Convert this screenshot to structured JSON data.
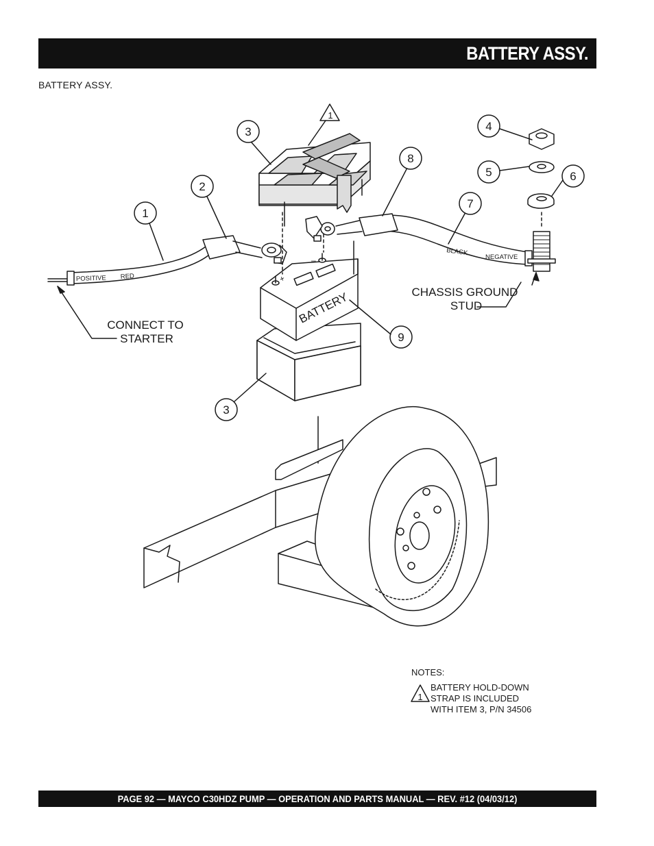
{
  "header": {
    "title": "BATTERY ASSY."
  },
  "section": {
    "subtitle": "BATTERY ASSY."
  },
  "callouts": {
    "c1": "1",
    "c2": "2",
    "c3a": "3",
    "c3b": "3",
    "c4": "4",
    "c5": "5",
    "c6": "6",
    "c7": "7",
    "c8": "8",
    "c9": "9",
    "note_flag": "1",
    "note_flag_small": "1"
  },
  "labels": {
    "positive": "POSITIVE",
    "red": "RED",
    "black": "BLACK",
    "negative": "NEGATIVE",
    "battery": "BATTERY",
    "plus": "+",
    "minus": "–",
    "connect_line1": "CONNECT TO",
    "connect_line2": "STARTER",
    "chassis_line1": "CHASSIS GROUND",
    "chassis_line2": "STUD"
  },
  "notes": {
    "heading": "NOTES:",
    "line1": "BATTERY HOLD-DOWN",
    "line2": "STRAP IS INCLUDED",
    "line3": "WITH ITEM 3, P/N 34506"
  },
  "footer": {
    "text": "PAGE 92 — MAYCO C30HDZ PUMP — OPERATION AND PARTS MANUAL — REV. #12 (04/03/12)"
  }
}
